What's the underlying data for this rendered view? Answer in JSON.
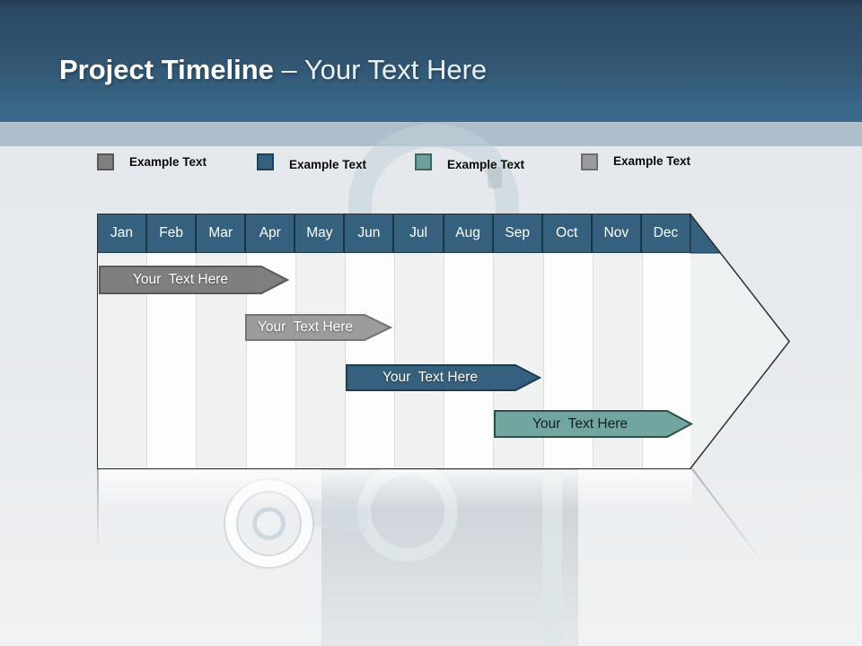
{
  "slide_title": {
    "bold": "Project Timeline",
    "rest": " – Your Text Here"
  },
  "legend": {
    "items": [
      {
        "label": "Example Text",
        "color": "#7f7f7f",
        "border": "#595959"
      },
      {
        "label": "Example Text",
        "color": "#35617e",
        "border": "#1e4257"
      },
      {
        "label": "Example Text",
        "color": "#6da09b",
        "border": "#3f6560"
      },
      {
        "label": "Example Text",
        "color": "#9b9b9b",
        "border": "#6e6e6e"
      }
    ]
  },
  "timeline": {
    "months": [
      "Jan",
      "Feb",
      "Mar",
      "Apr",
      "May",
      "Jun",
      "Jul",
      "Aug",
      "Sep",
      "Oct",
      "Nov",
      "Dec"
    ],
    "header_color": "#35617e",
    "bars": [
      {
        "label": "Your  Text Here",
        "start_month": "Jan",
        "end_month": "Apr",
        "color": "#7f7f7f",
        "border": "#58595b",
        "text_color": "#ffffff"
      },
      {
        "label": "Your  Text Here",
        "start_month": "Apr",
        "end_month": "Jun",
        "color": "#9c9c9c",
        "border": "#737373",
        "text_color": "#ffffff"
      },
      {
        "label": "Your  Text Here",
        "start_month": "Jun",
        "end_month": "Sep",
        "color": "#35617e",
        "border": "#1c3c50",
        "text_color": "#ffffff"
      },
      {
        "label": "Your  Text Here",
        "start_month": "Sep",
        "end_month": "Dec",
        "color": "#70a5a0",
        "border": "#2f4e4a",
        "text_color": "#14201e"
      }
    ]
  }
}
